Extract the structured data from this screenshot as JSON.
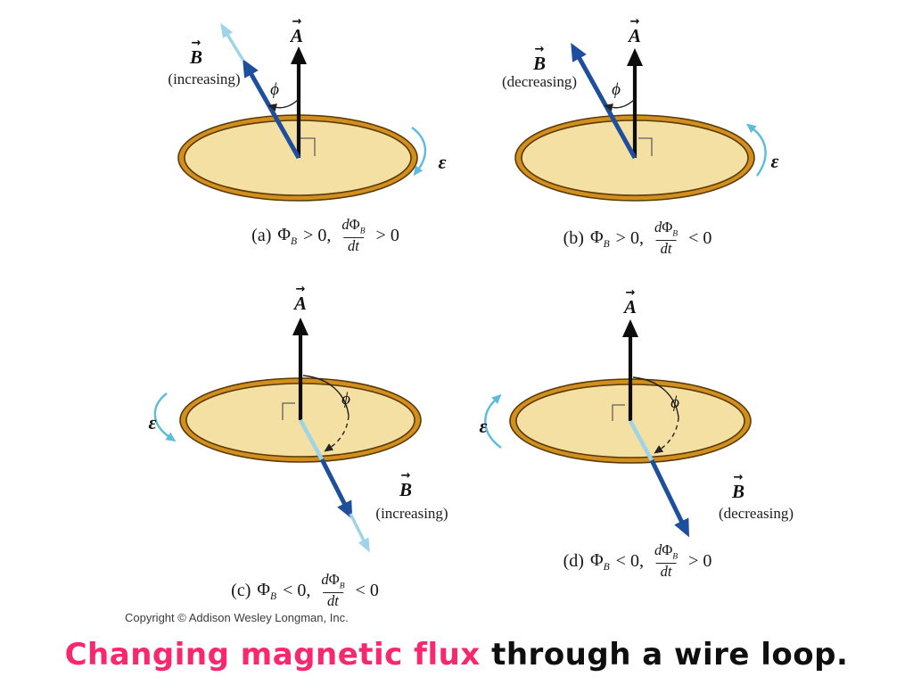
{
  "title": {
    "highlight": "Changing magnetic flux",
    "rest": " through a wire loop."
  },
  "copyright": "Copyright © Addison Wesley Longman, Inc.",
  "symbols": {
    "vector_arrow": "→"
  },
  "colors": {
    "title_highlight": "#f9276e",
    "loop_face": "#f5e0a3",
    "loop_ring": "#d28f1e",
    "ring_edge": "#5a3a08",
    "area_vector": "#0d0d0d",
    "b_vector_dark": "#1e4f9f",
    "b_vector_light": "#9fd3e8",
    "emf_arrow": "#5cbcdc"
  },
  "panels": [
    {
      "id": "a",
      "area_vector": "A",
      "b_vector": "B",
      "b_trend": "(increasing)",
      "angle": "ϕ",
      "emf": "ε",
      "caption": {
        "tag": "(a)",
        "flux_sym": "Φ",
        "flux_sub": "B",
        "flux_rel": "> 0,",
        "deriv_d": "d",
        "deriv_phi": "Φ",
        "deriv_num_sub": "B",
        "deriv_den": "dt",
        "deriv_rel": "> 0"
      }
    },
    {
      "id": "b",
      "area_vector": "A",
      "b_vector": "B",
      "b_trend": "(decreasing)",
      "angle": "ϕ",
      "emf": "ε",
      "caption": {
        "tag": "(b)",
        "flux_sym": "Φ",
        "flux_sub": "B",
        "flux_rel": "> 0,",
        "deriv_d": "d",
        "deriv_phi": "Φ",
        "deriv_num_sub": "B",
        "deriv_den": "dt",
        "deriv_rel": "< 0"
      }
    },
    {
      "id": "c",
      "area_vector": "A",
      "b_vector": "B",
      "b_trend": "(increasing)",
      "angle": "ϕ",
      "emf": "ε",
      "caption": {
        "tag": "(c)",
        "flux_sym": "Φ",
        "flux_sub": "B",
        "flux_rel": "< 0,",
        "deriv_d": "d",
        "deriv_phi": "Φ",
        "deriv_num_sub": "B",
        "deriv_den": "dt",
        "deriv_rel": "< 0"
      }
    },
    {
      "id": "d",
      "area_vector": "A",
      "b_vector": "B",
      "b_trend": "(decreasing)",
      "angle": "ϕ",
      "emf": "ε",
      "caption": {
        "tag": "(d)",
        "flux_sym": "Φ",
        "flux_sub": "B",
        "flux_rel": "< 0,",
        "deriv_d": "d",
        "deriv_phi": "Φ",
        "deriv_num_sub": "B",
        "deriv_den": "dt",
        "deriv_rel": "> 0"
      }
    }
  ]
}
